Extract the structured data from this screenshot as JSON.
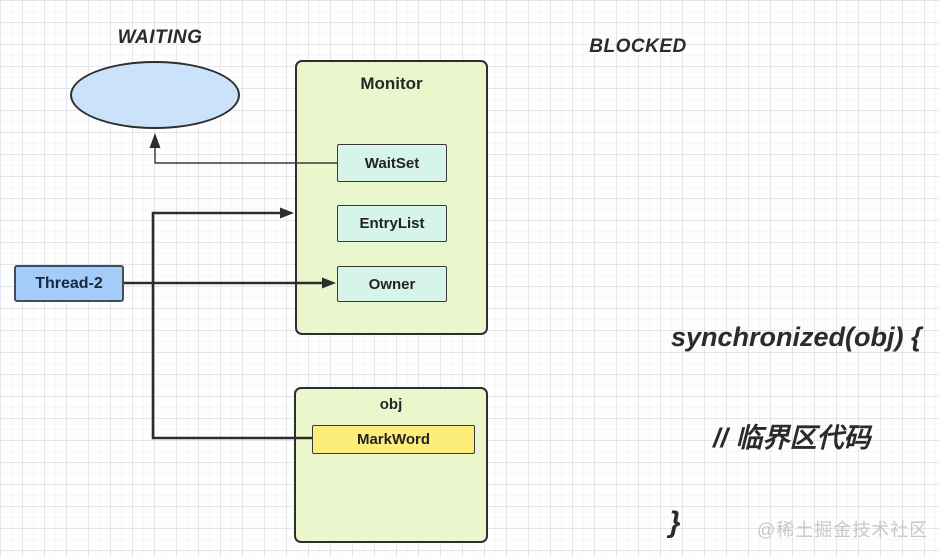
{
  "states": {
    "waiting": "WAITING",
    "blocked": "BLOCKED"
  },
  "monitor": {
    "title": "Monitor",
    "fields": [
      {
        "label": "WaitSet"
      },
      {
        "label": "EntryList"
      },
      {
        "label": "Owner"
      }
    ]
  },
  "thread": {
    "label": "Thread-2"
  },
  "object": {
    "title": "obj",
    "field_label": "MarkWord"
  },
  "code": {
    "open": "synchronized(obj) {",
    "body": "// 临界区代码",
    "close": "}"
  },
  "watermark": "@稀土掘金技术社区",
  "icons": {
    "arrows": [
      "arrow-waitset-to-waiting-ellipse",
      "arrow-thread2-to-entrylist",
      "arrow-thread2-to-owner",
      "line-thread2-to-markword"
    ]
  },
  "colors": {
    "monitor_fill": "#eaf7cd",
    "field_fill": "#d6f4e7",
    "markword_fill": "#fdee79",
    "thread_fill": "#a3cdf8",
    "ellipse_fill": "#cbe3fa",
    "line": "#2d2d2d",
    "watermark_text": "#c7c7c7"
  }
}
